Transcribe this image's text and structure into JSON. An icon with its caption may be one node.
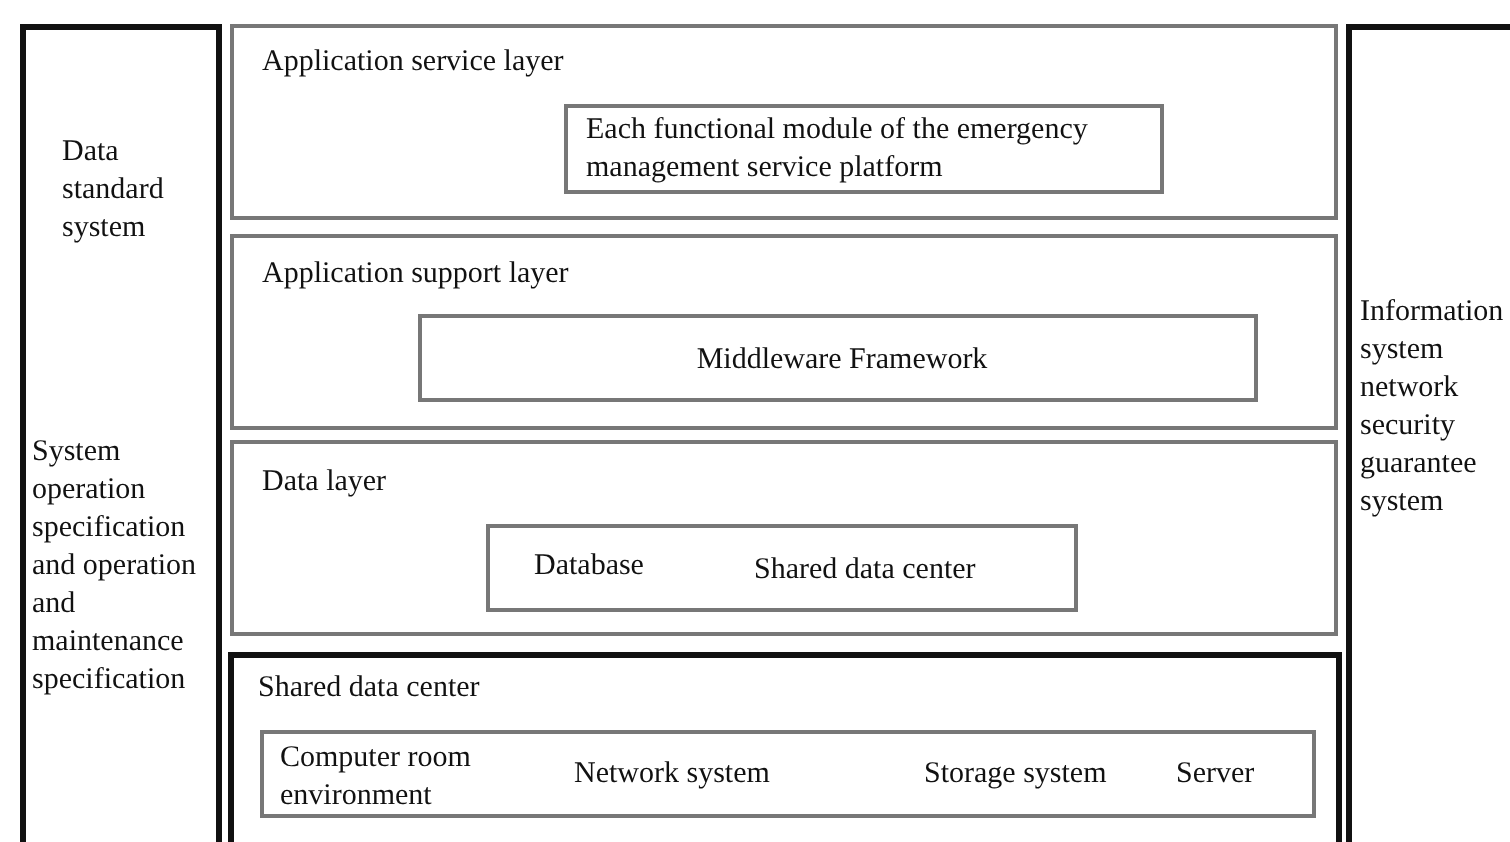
{
  "diagram": {
    "nodes": [
      {
        "text": [
          "Data standard system",
          "System operation specification and operation and maintenance specification"
        ]
      },
      {
        "text": [
          "Application service layer"
        ]
      },
      {
        "text": [
          "Each functional module of the emergency management service platform"
        ],
        "in": 1
      },
      {
        "text": [
          "Application support layer"
        ]
      },
      {
        "text": [
          "Middleware Framework"
        ],
        "in": 3
      },
      {
        "text": [
          "Data layer"
        ]
      },
      {
        "text": [
          "Database",
          "Shared data center"
        ],
        "in": 5
      },
      {
        "text": [
          "Shared data center"
        ]
      },
      {
        "text": [
          "Computer room environment",
          "Network system",
          "Storage system",
          "Server"
        ],
        "in": 7
      },
      {
        "text": [
          "Information system network security guarantee system"
        ]
      }
    ],
    "edges": []
  }
}
